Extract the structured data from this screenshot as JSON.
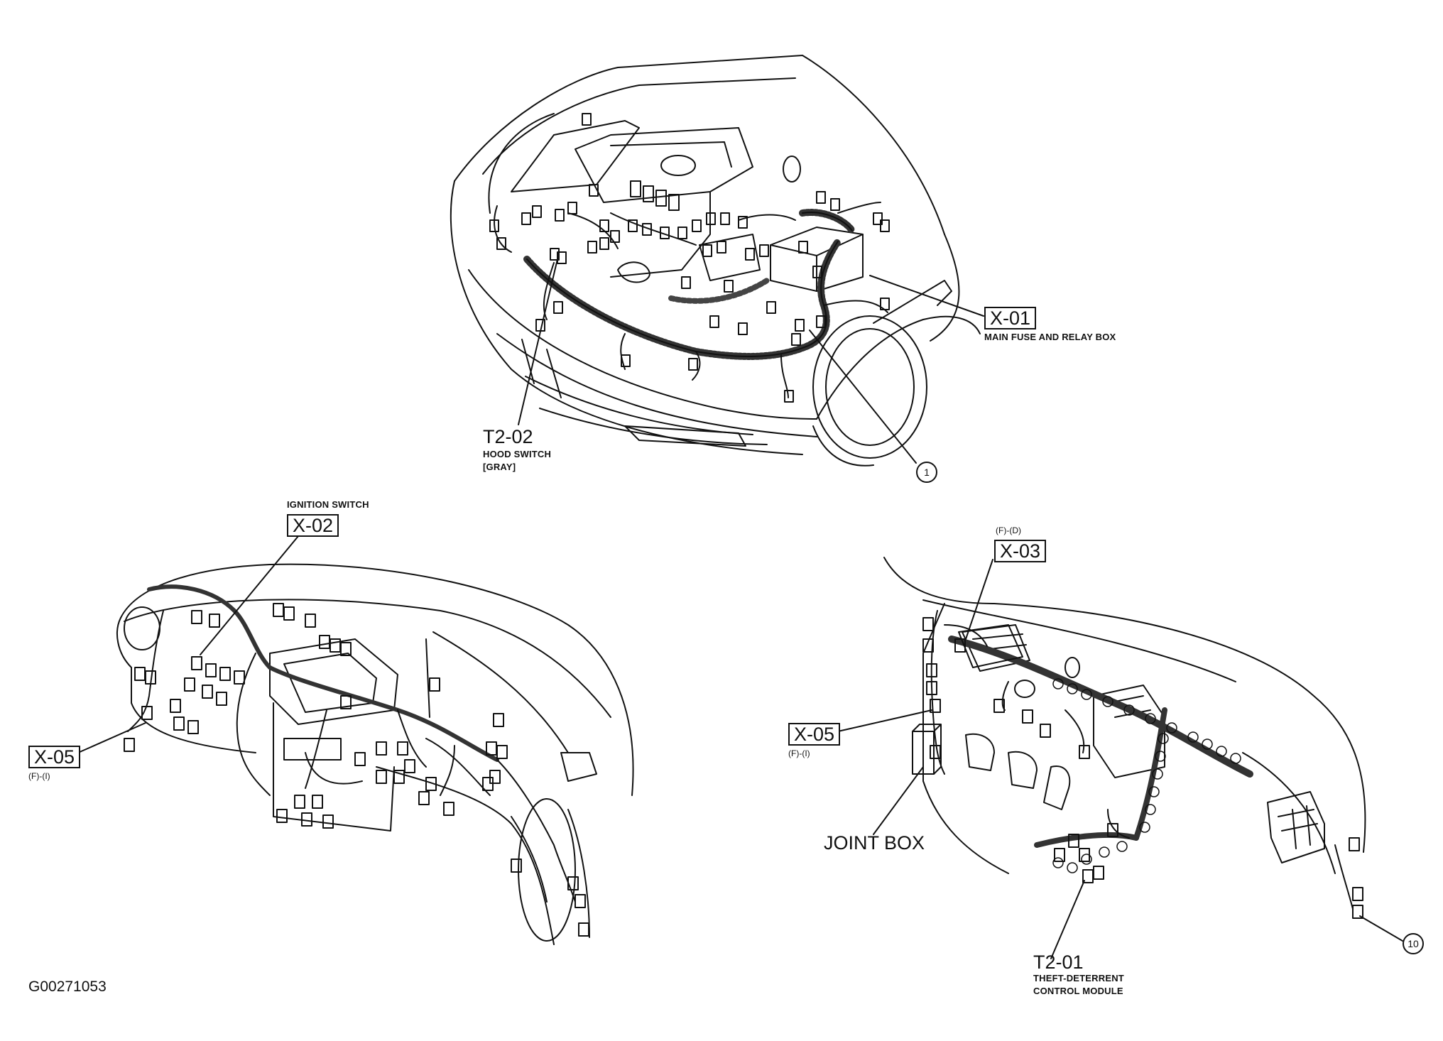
{
  "callouts": {
    "x01": {
      "code": "X-01",
      "desc": "MAIN FUSE AND RELAY BOX"
    },
    "t2_02": {
      "code": "T2-02",
      "desc1": "HOOD SWITCH",
      "desc2": "[GRAY]"
    },
    "circle1": "1",
    "ignition_label": "IGNITION SWITCH",
    "x02": {
      "code": "X-02"
    },
    "x05_left": {
      "code": "X-05",
      "sub": "(F)-(I)"
    },
    "x03": {
      "code": "X-03",
      "sub": "(F)-(D)"
    },
    "x05_right": {
      "code": "X-05",
      "sub": "(F)-(I)"
    },
    "joint_box": "JOINT BOX",
    "t2_01": {
      "code": "T2-01",
      "desc1": "THEFT-DETERRENT",
      "desc2": "CONTROL MODULE"
    },
    "circle10": "10"
  },
  "figure_ref": "G00271053"
}
